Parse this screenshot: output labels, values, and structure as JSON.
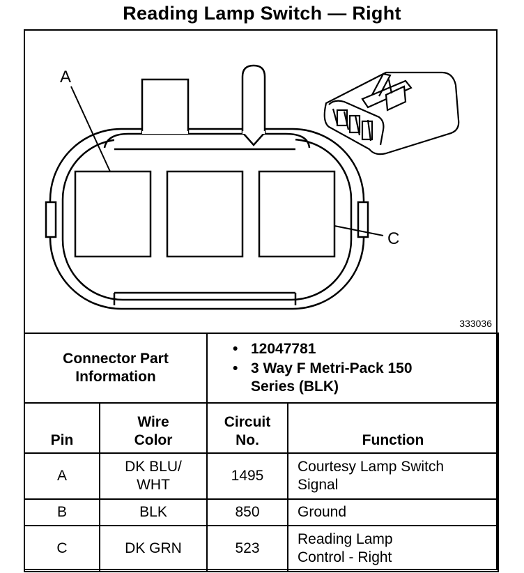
{
  "title": "Reading Lamp Switch — Right",
  "figure": {
    "number": "333036",
    "callouts": {
      "a": "A",
      "c": "C"
    }
  },
  "connector": {
    "label": "Connector Part Information",
    "items": [
      "12047781",
      "3 Way F Metri-Pack 150 Series (BLK)"
    ]
  },
  "table": {
    "headers": {
      "pin": "Pin",
      "wire_color": "Wire Color",
      "circuit": "Circuit No.",
      "function": "Function"
    },
    "rows": [
      {
        "pin": "A",
        "wire_color": "DK BLU/ WHT",
        "circuit": "1495",
        "function": "Courtesy Lamp Switch Signal"
      },
      {
        "pin": "B",
        "wire_color": "BLK",
        "circuit": "850",
        "function": "Ground"
      },
      {
        "pin": "C",
        "wire_color": "DK GRN",
        "circuit": "523",
        "function": "Reading Lamp Control - Right"
      }
    ]
  }
}
